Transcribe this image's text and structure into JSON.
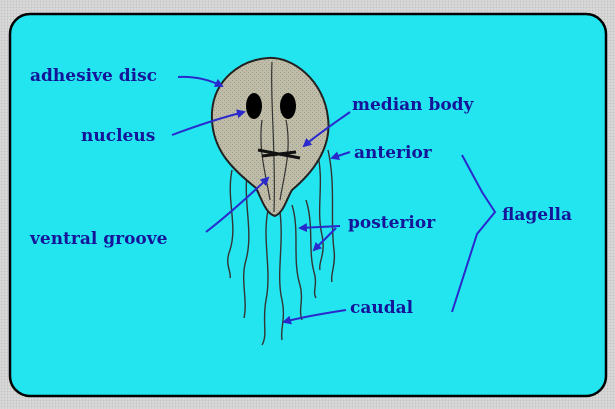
{
  "colors": {
    "panel": "#22e5f0",
    "label": "#15159a",
    "arrow": "#2a2acc",
    "cell_fill": "#c2bca6",
    "nucleus": "#000000",
    "outline": "#222222"
  },
  "labels": {
    "adhesive_disc": "adhesive disc",
    "nucleus": "nucleus",
    "median_body": "median body",
    "anterior": "anterior",
    "ventral_groove": "ventral groove",
    "posterior": "posterior",
    "flagella": "flagella",
    "caudal": "caudal"
  }
}
